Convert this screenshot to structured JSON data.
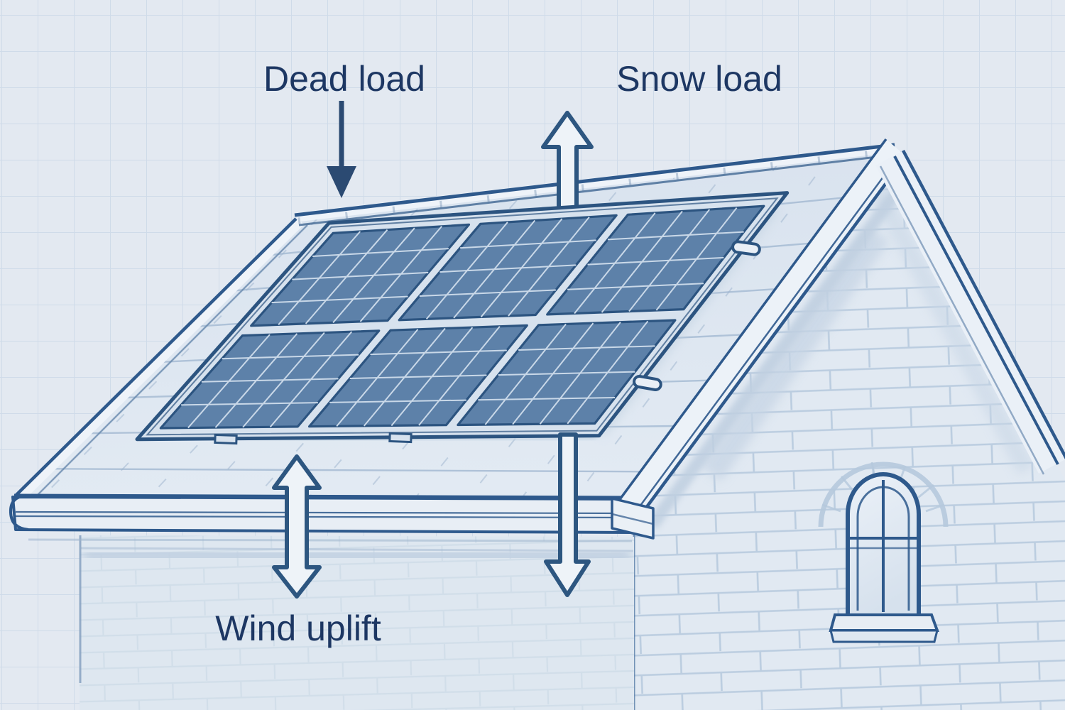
{
  "diagram": {
    "labels": {
      "dead_load": "Dead load",
      "snow_load": "Snow load",
      "wind_uplift": "Wind uplift"
    },
    "icons": {
      "dead_load": "solid-down-arrow-icon",
      "snow_load": "outline-up-arrow-icon",
      "wind_uplift": "outline-double-vertical-arrow-icon",
      "panel_load_transfer": "outline-down-arrow-icon"
    },
    "colors": {
      "paper": "#e3e9f1",
      "grid_line": "#cbd8e7",
      "ink": "#2e598c",
      "label_text": "#1d3763",
      "panel_fill": "#5d81a9",
      "panel_grid": "#c9d8e8"
    }
  }
}
